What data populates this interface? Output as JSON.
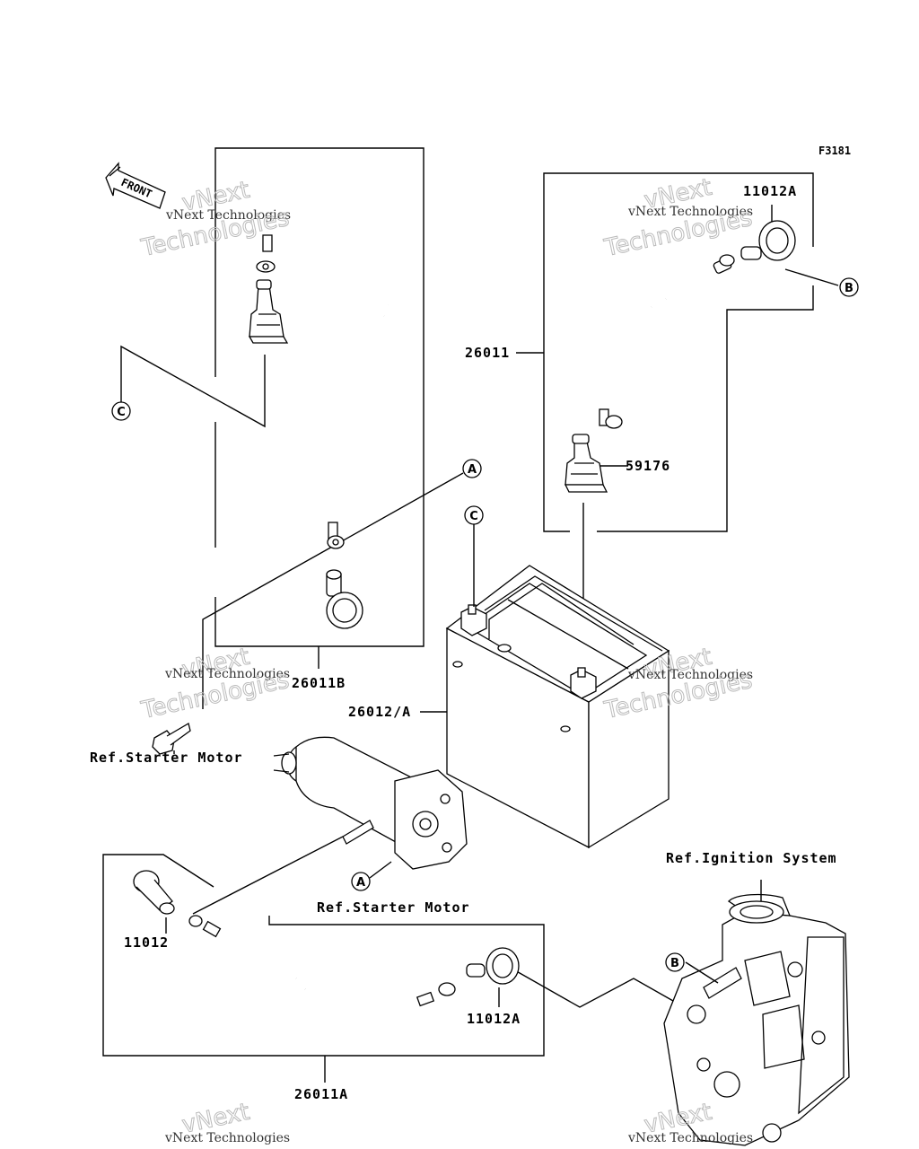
{
  "figure_id": "F3181",
  "front_label": "FRONT",
  "watermark": {
    "line1": "vNext Technologies",
    "line2": "vNext",
    "line3": "Technologies"
  },
  "parts": {
    "p26011B": "26011B",
    "p26011": "26011",
    "p11012A_top": "11012A",
    "p59176": "59176",
    "p26012A": "26012/A",
    "p11012": "11012",
    "p11012A_bottom": "11012A",
    "p26011A": "26011A"
  },
  "references": {
    "starter_motor_left": "Ref.Starter Motor",
    "starter_motor_center": "Ref.Starter Motor",
    "ignition_system": "Ref.Ignition System"
  },
  "callouts": {
    "A1": "A",
    "A2": "A",
    "B1": "B",
    "B2": "B",
    "C1": "C",
    "C2": "C"
  }
}
